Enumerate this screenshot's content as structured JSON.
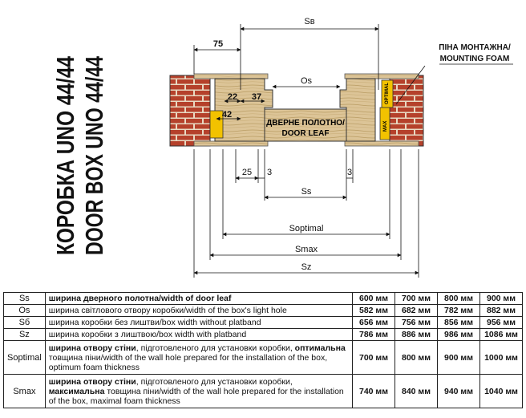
{
  "title_vertical": {
    "line1": "КОРОБКА UNO 44/44",
    "line2": "DOOR BOX UNO 44/44"
  },
  "labels": {
    "sv": "Sв",
    "foam_ua": "ПІНА МОНТАЖНА/",
    "foam_en": "MOUNTING FOAM",
    "leaf_ua": "ДВЕРНЕ ПОЛОТНО/",
    "leaf_en": "DOOR LEAF",
    "dim_75": "75",
    "dim_22": "22",
    "dim_37": "37",
    "dim_42": "42",
    "dim_25": "25",
    "dim_3a": "3",
    "dim_3b": "3",
    "os": "Os",
    "ss": "Ss",
    "s_optimal": "Soptimal",
    "s_max": "Smax",
    "s_z": "Sz",
    "optimal_tag": "OPTIMAL",
    "max_tag": "MAX"
  },
  "table": {
    "rows": [
      {
        "sym": "Ss",
        "desc": "ширина дверного полотна/width of door leaf",
        "values": [
          "600 мм",
          "700 мм",
          "800 мм",
          "900 мм"
        ]
      },
      {
        "sym": "Os",
        "desc": "ширина світлового отвору коробки/width of the box's light hole",
        "values": [
          "582 мм",
          "682 мм",
          "782 мм",
          "882 мм"
        ]
      },
      {
        "sym": "Sб",
        "desc": "ширина коробки без лиштви/box width without platband",
        "values": [
          "656 мм",
          "756 мм",
          "856 мм",
          "956 мм"
        ]
      },
      {
        "sym": "Sz",
        "desc": "ширина коробки з лиштвою/box width with platband",
        "values": [
          "786 мм",
          "886 мм",
          "986 мм",
          "1086 мм"
        ]
      },
      {
        "sym": "Soptimal",
        "desc_bold1": "ширина отвору стіни",
        "desc_mid": ", підготовленого для установки коробки,",
        "desc_bold2": "оптимальна",
        "desc_end": " товщина піни/width of the wall hole prepared for the installation of the box, optimum foam thickness",
        "values": [
          "700 мм",
          "800 мм",
          "900 мм",
          "1000 мм"
        ]
      },
      {
        "sym": "Smax",
        "desc_bold1": "ширина отвору стіни",
        "desc_mid": ", підготовленого для установки коробки,",
        "desc_bold2": "максимальна",
        "desc_end": " товщина піни/width of the wall hole prepared for the installation of the box, maximal foam thickness",
        "values": [
          "740 мм",
          "840 мм",
          "940 мм",
          "1040 мм"
        ]
      }
    ]
  },
  "colors": {
    "brick": "#b5412b",
    "mortar": "#e8d9c2",
    "wood": "#d8c08f",
    "foam": "#f2c200",
    "line": "#111111"
  }
}
